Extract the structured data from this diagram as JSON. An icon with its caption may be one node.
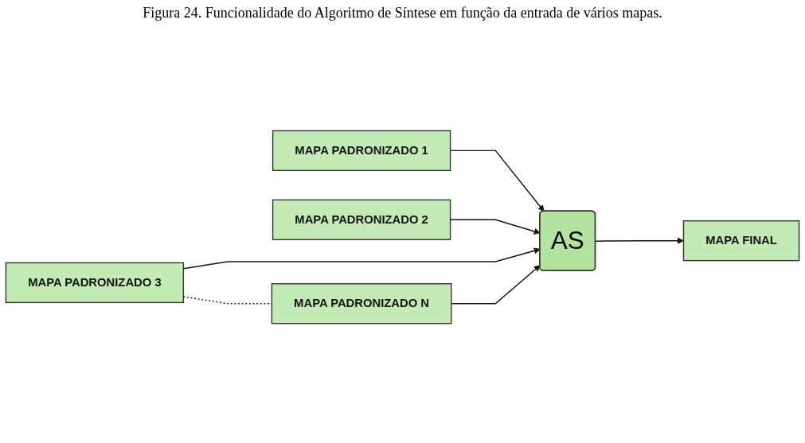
{
  "diagram": {
    "title": "Figura 24. Funcionalidade do Algoritmo de Síntese em função da entrada de vários mapas.",
    "nodes": [
      {
        "text": [
          "MAPA PADRONIZADO 1"
        ]
      },
      {
        "text": [
          "MAPA PADRONIZADO 2"
        ]
      },
      {
        "text": [
          "MAPA PADRONIZADO 3"
        ]
      },
      {
        "text": [
          "MAPA PADRONIZADO N"
        ]
      },
      {
        "text": [
          "AS"
        ]
      },
      {
        "text": [
          "MAPA FINAL"
        ]
      }
    ],
    "edges": [
      {
        "from": 0,
        "to": 4,
        "arrow": "to"
      },
      {
        "from": 1,
        "to": 4,
        "arrow": "to"
      },
      {
        "from": 2,
        "to": 4,
        "arrow": "to"
      },
      {
        "from": 3,
        "to": 4,
        "arrow": "to"
      },
      {
        "from": 4,
        "to": 5,
        "arrow": "to"
      },
      {
        "from": 2,
        "to": 3,
        "arrow": "none",
        "style": "dashed"
      }
    ]
  }
}
